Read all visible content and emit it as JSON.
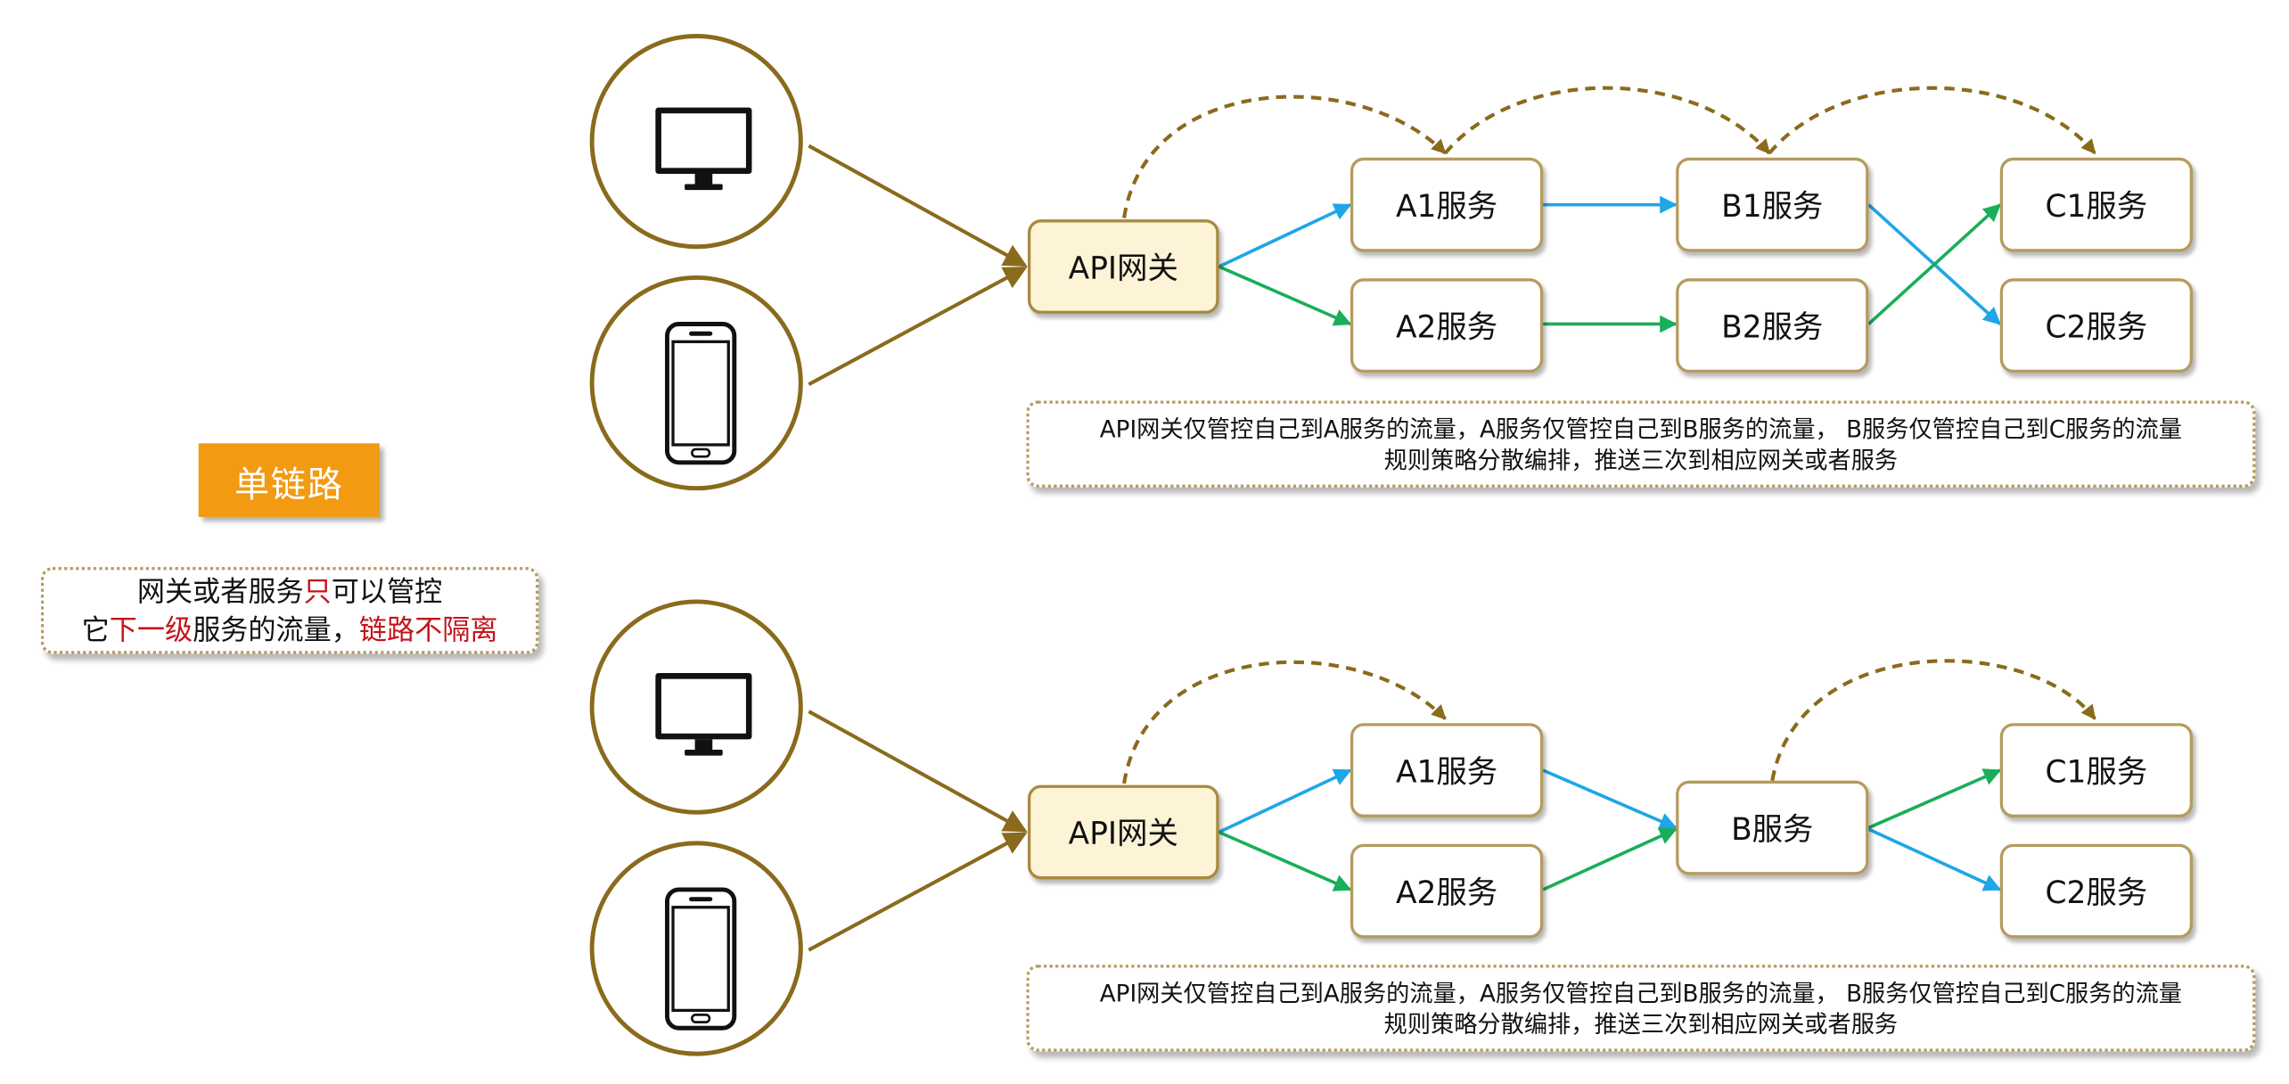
{
  "left_panel": {
    "title": "单链路",
    "note": {
      "line1": {
        "a": "网关或者服务",
        "b": "只",
        "c": "可以管控"
      },
      "line2": {
        "a": "它",
        "b": "下一级",
        "c": "服务的流量，",
        "d": "链路不隔离"
      }
    },
    "colors": {
      "badge": "#f29a12",
      "emphasis": "#c3141b"
    }
  },
  "diagram_top": {
    "gateway": "API网关",
    "services": {
      "a1": "A1服务",
      "a2": "A2服务",
      "b1": "B1服务",
      "b2": "B2服务",
      "c1": "C1服务",
      "c2": "C2服务"
    },
    "note": {
      "line1": "API网关仅管控自己到A服务的流量，A服务仅管控自己到B服务的流量， B服务仅管控自己到C服务的流量",
      "line2": "规则策略分散编排，推送三次到相应网关或者服务"
    }
  },
  "diagram_bottom": {
    "gateway": "API网关",
    "services": {
      "a1": "A1服务",
      "a2": "A2服务",
      "b": "B服务",
      "c1": "C1服务",
      "c2": "C2服务"
    },
    "note": {
      "line1": "API网关仅管控自己到A服务的流量，A服务仅管控自己到B服务的流量， B服务仅管控自己到C服务的流量",
      "line2": "规则策略分散编排，推送三次到相应网关或者服务"
    }
  },
  "devices": [
    "desktop-monitor-icon",
    "smartphone-icon"
  ],
  "colors": {
    "client_arrow": "#8a6a1c",
    "blue_flow": "#1fa6e6",
    "green_flow": "#1aae5a",
    "control_arc": "#8a6a1c"
  }
}
